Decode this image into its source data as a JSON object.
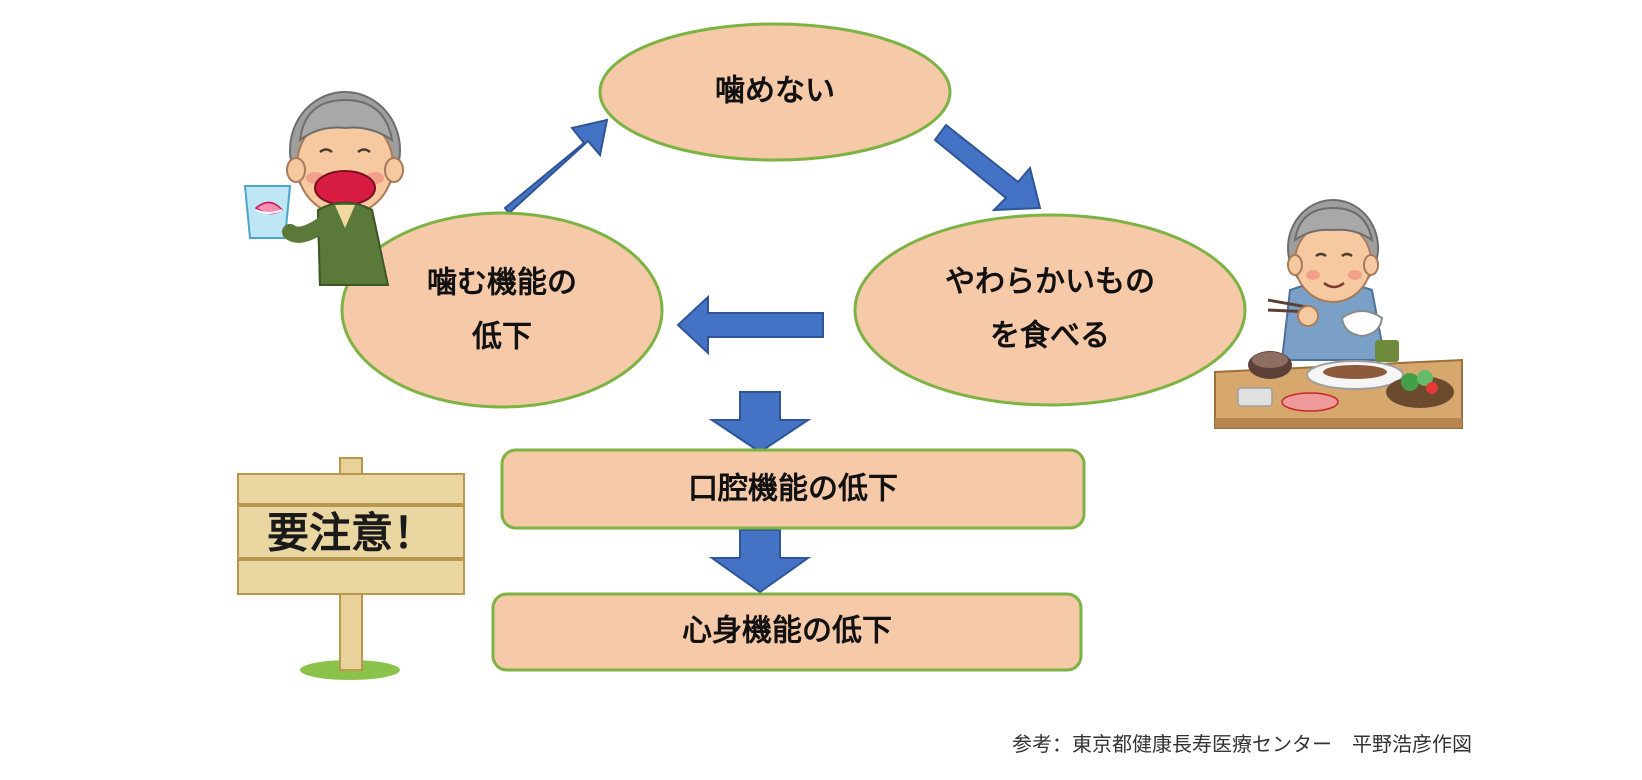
{
  "colors": {
    "node_fill": "#f6c9a9",
    "node_stroke": "#7cb342",
    "arrow_fill": "#4472c4",
    "arrow_stroke": "#2f5597"
  },
  "nodes": {
    "cannot_chew": {
      "text": "噛めない"
    },
    "soft_food": {
      "line1": "やわらかいもの",
      "line2": "を食べる"
    },
    "chewing_decline": {
      "line1": "噛む機能の",
      "line2": "低下"
    },
    "oral_decline": {
      "text": "口腔機能の低下"
    },
    "physical_decline": {
      "text": "心身機能の低下"
    }
  },
  "sign": {
    "text": "要注意！"
  },
  "caption": "参考：東京都健康長寿医療センター　平野浩彦作図",
  "icons": {
    "left_person": "elderly-man-with-denture-cup-icon",
    "right_person": "elderly-man-eating-meal-icon",
    "sign": "wooden-signboard-icon"
  }
}
